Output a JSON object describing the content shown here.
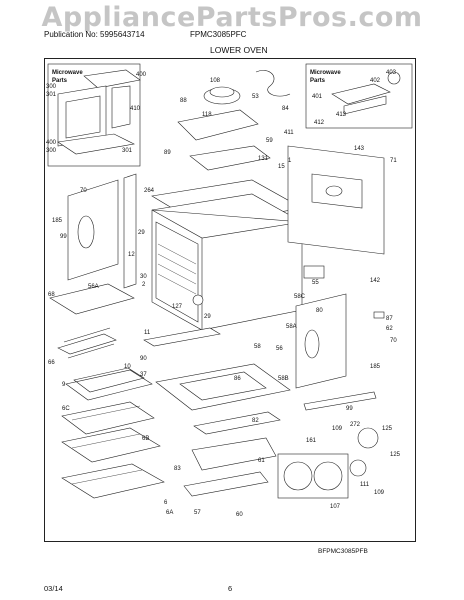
{
  "watermark": "AppliancePartsPros.com",
  "header": {
    "publication": "Publication No: 5995643714",
    "model": "FPMC3085PFC",
    "section": "LOWER OVEN"
  },
  "insets": {
    "left_title_1": "Microwave",
    "left_title_2": "Parts",
    "right_title_1": "Microwave",
    "right_title_2": "Parts"
  },
  "part_labels": [
    "400",
    "300",
    "301",
    "410",
    "400",
    "300",
    "301",
    "108",
    "88",
    "118",
    "59",
    "53",
    "84",
    "131",
    "15",
    "89",
    "1",
    "403",
    "402",
    "401",
    "411",
    "412",
    "413",
    "143",
    "71",
    "70",
    "264",
    "185",
    "99",
    "29",
    "12",
    "56A",
    "58A",
    "68",
    "30",
    "2",
    "127",
    "29",
    "55",
    "58C",
    "142",
    "80",
    "11",
    "66",
    "90",
    "10",
    "37",
    "58",
    "56",
    "87",
    "62",
    "70",
    "9",
    "6C",
    "86",
    "58B",
    "185",
    "6B",
    "99",
    "82",
    "161",
    "109",
    "272",
    "125",
    "83",
    "61",
    "6A",
    "57",
    "60",
    "107",
    "111",
    "109",
    "125",
    "6"
  ],
  "drawing_code": "BFPMC3085PFB",
  "footer": {
    "date": "03/14",
    "page": "6"
  }
}
